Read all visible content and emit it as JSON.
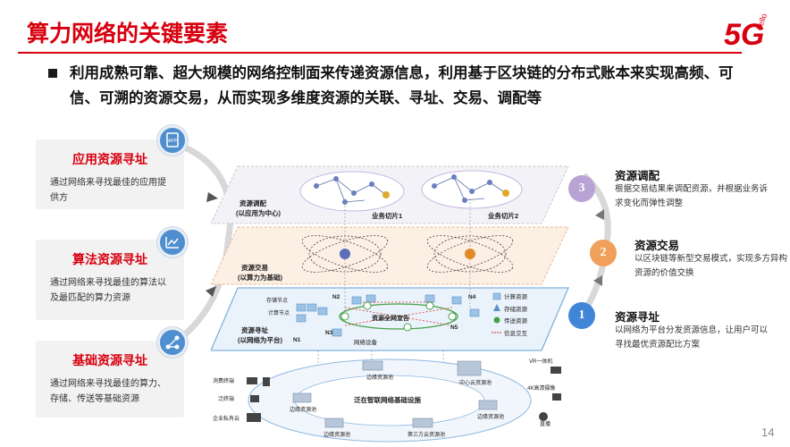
{
  "header": {
    "title": "算力网络的关键要素",
    "logo_text": "5G",
    "logo_small": "hello"
  },
  "bullet": {
    "text": "利用成熟可靠、超大规模的网络控制面来传递资源信息，利用基于区块链的分布式账本来实现高频、可信、可溯的资源交易，从而实现多维度资源的关联、寻址、交易、调配等"
  },
  "left_cards": [
    {
      "title": "应用资源寻址",
      "desc": "通过网络来寻找最佳的应用提供方",
      "icon": "app-icon"
    },
    {
      "title": "算法资源寻址",
      "desc": "通过网络来寻找最佳的算法以及最匹配的算力资源",
      "icon": "chart-icon"
    },
    {
      "title": "基础资源寻址",
      "desc": "通过网络来寻找最佳的算力、存储、传送等基础资源",
      "icon": "network-icon"
    }
  ],
  "diagram": {
    "layer_top_label_1": "资源调配",
    "layer_top_label_2": "(以应用为中心)",
    "slice1": "业务切片1",
    "slice2": "业务切片2",
    "layer_mid_label_1": "资源交易",
    "layer_mid_label_2": "(以算力为基础)",
    "layer_bot_label_1": "资源寻址",
    "layer_bot_label_2": "(以网络为平台)",
    "node_storage": "存储节点",
    "node_compute": "计算节点",
    "node_n1": "N1",
    "node_n2": "N2",
    "node_n3": "N3",
    "node_n4": "N4",
    "node_n5": "N5",
    "announce": "资源全网宣告",
    "network_device": "网络设备",
    "legend_compute": "计算资源",
    "legend_storage": "存储资源",
    "legend_transport": "传送资源",
    "legend_info": "信息交互",
    "edge_pool_1": "边缘资源池",
    "edge_pool_2": "边缘资源池",
    "edge_pool_3": "边缘资源池",
    "edge_pool_4": "边缘资源池",
    "center_cloud": "中心云资源池",
    "third_cloud": "第三方云资源池",
    "infra": "泛在智联网络基础设施",
    "consumer": "消费终端",
    "iot": "泛终端",
    "enterprise": "企业私有云",
    "vr": "VR一体机",
    "camera4k": "4K高清摄像",
    "live": "直播"
  },
  "right_items": [
    {
      "num": "3",
      "title": "资源调配",
      "desc": "根据交易结果来调配资源，并根据业务诉求变化而弹性调整",
      "color": "#b9a3d4"
    },
    {
      "num": "2",
      "title": "资源交易",
      "desc": "以区块链等新型交易模式，实现多方异构资源的价值交换",
      "color": "#f0a05a"
    },
    {
      "num": "1",
      "title": "资源寻址",
      "desc": "以网络为平台分发资源信息，让用户可以寻找最优资源配比方案",
      "color": "#3f86d6"
    }
  ],
  "page_number": "14"
}
